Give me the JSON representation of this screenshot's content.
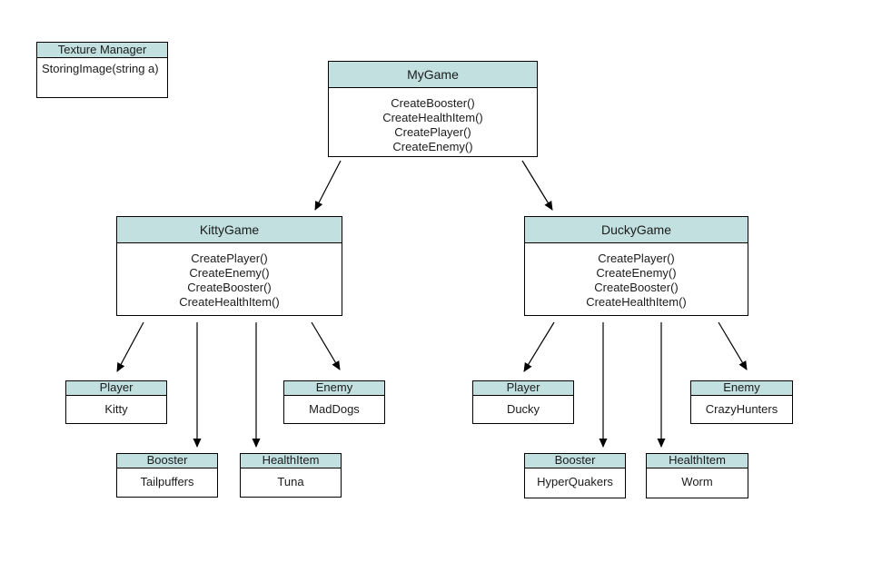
{
  "diagram": {
    "background_color": "#ffffff",
    "header_fill_color": "#c2e0e0",
    "border_color": "#000000",
    "boxes": [
      {
        "id": "texture-manager",
        "title": "Texture Manager",
        "lines": [
          "StoringImage(string a)"
        ]
      },
      {
        "id": "my-game",
        "title": "MyGame",
        "lines": [
          "CreateBooster()",
          "CreateHealthItem()",
          "CreatePlayer()",
          "CreateEnemy()"
        ]
      },
      {
        "id": "kitty-game",
        "title": "KittyGame",
        "lines": [
          "CreatePlayer()",
          "CreateEnemy()",
          "CreateBooster()",
          "CreateHealthItem()"
        ]
      },
      {
        "id": "ducky-game",
        "title": "DuckyGame",
        "lines": [
          "CreatePlayer()",
          "CreateEnemy()",
          "CreateBooster()",
          "CreateHealthItem()"
        ]
      },
      {
        "id": "player-kitty",
        "title": "Player",
        "lines": [
          "Kitty"
        ]
      },
      {
        "id": "enemy-maddogs",
        "title": "Enemy",
        "lines": [
          "MadDogs"
        ]
      },
      {
        "id": "booster-tailpuffers",
        "title": "Booster",
        "lines": [
          "Tailpuffers"
        ]
      },
      {
        "id": "healthitem-tuna",
        "title": "HealthItem",
        "lines": [
          "Tuna"
        ]
      },
      {
        "id": "player-ducky",
        "title": "Player",
        "lines": [
          "Ducky"
        ]
      },
      {
        "id": "enemy-crazyhunters",
        "title": "Enemy",
        "lines": [
          "CrazyHunters"
        ]
      },
      {
        "id": "booster-hyperquakers",
        "title": "Booster",
        "lines": [
          "HyperQuakers"
        ]
      },
      {
        "id": "healthitem-worm",
        "title": "HealthItem",
        "lines": [
          "Worm"
        ]
      }
    ],
    "edges": [
      {
        "from": "my-game",
        "to": "kitty-game"
      },
      {
        "from": "my-game",
        "to": "ducky-game"
      },
      {
        "from": "kitty-game",
        "to": "player-kitty"
      },
      {
        "from": "kitty-game",
        "to": "booster-tailpuffers"
      },
      {
        "from": "kitty-game",
        "to": "healthitem-tuna"
      },
      {
        "from": "kitty-game",
        "to": "enemy-maddogs"
      },
      {
        "from": "ducky-game",
        "to": "player-ducky"
      },
      {
        "from": "ducky-game",
        "to": "booster-hyperquakers"
      },
      {
        "from": "ducky-game",
        "to": "healthitem-worm"
      },
      {
        "from": "ducky-game",
        "to": "enemy-crazyhunters"
      }
    ]
  }
}
